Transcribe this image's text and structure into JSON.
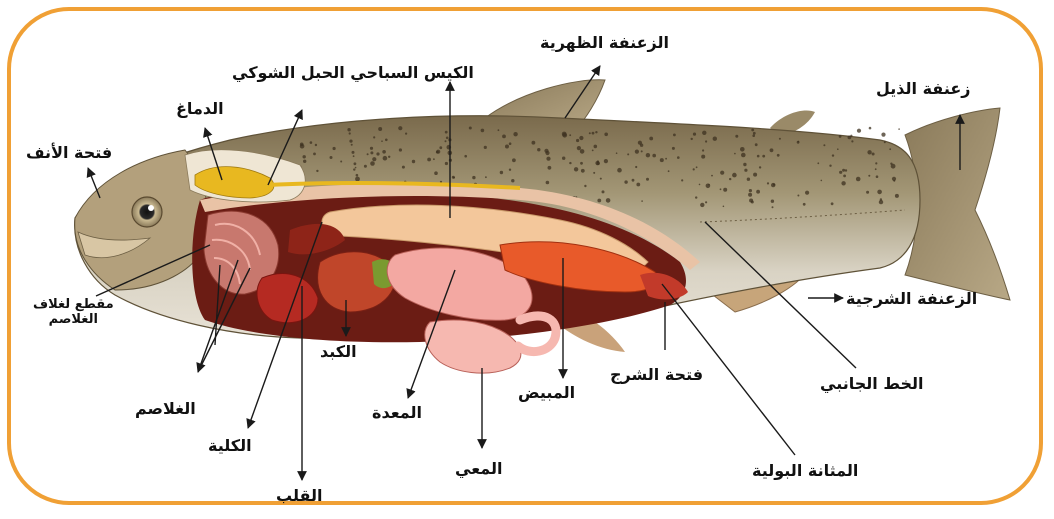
{
  "colors": {
    "frame": "#f0a035",
    "leader": "#1a1a1a",
    "body_top": "#8b7b5c",
    "body_belly": "#e6ded0",
    "spots": "#3d3220",
    "cavity": "#5a1812",
    "organ_pink": "#f0a8a0",
    "organ_red": "#c23a2a",
    "bladder": "#f3c79b",
    "brain": "#e8b820"
  },
  "labels": {
    "dorsal_fin": "الزعنفة الظهرية",
    "swim_bladder_spinal_cord": "الكيس السباحي الحبل الشوكي",
    "brain": "الدماغ",
    "tail_fin": "زعنفة الذيل",
    "nostril": "فتحة الأنف",
    "operculum_section_l1": "مقطع لغلاف",
    "operculum_section_l2": "الغلاصم",
    "anal_fin": "الزعنفة الشرجية",
    "liver": "الكبد",
    "anus": "فتحة الشرج",
    "gills": "الغلاصم",
    "stomach": "المعدة",
    "ovary": "المبيض",
    "lateral_line": "الخط الجانبي",
    "kidney": "الكلية",
    "intestine": "المعي",
    "urinary_bladder": "المثانة البولية",
    "heart": "القلب"
  }
}
